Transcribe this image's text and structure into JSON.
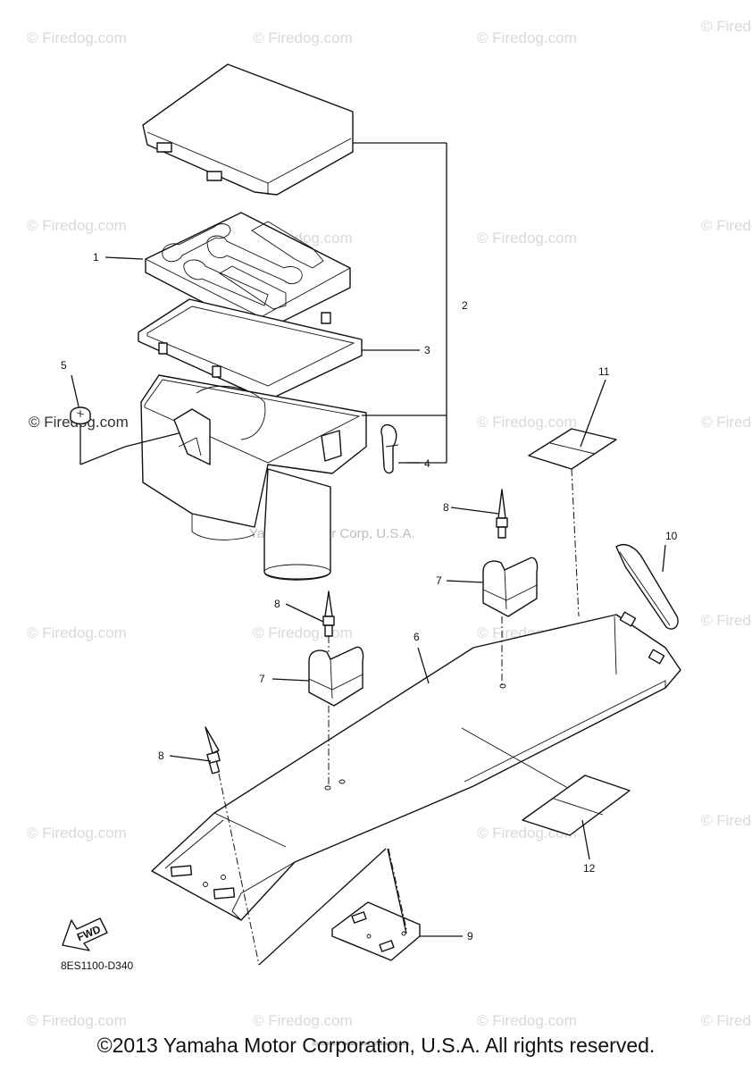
{
  "watermark": {
    "text": "© Firedog.com",
    "center_text": "Yamaha Motor Corp, U.S.A."
  },
  "callouts": [
    "1",
    "2",
    "3",
    "4",
    "5",
    "6",
    "7",
    "7",
    "8",
    "8",
    "8",
    "9",
    "10",
    "11",
    "12"
  ],
  "fwd_label": "FWD",
  "diagram_code": "8ES1100-D340",
  "tiny_text": "(c) 2005-2013 Yamaha Motor Corporation, U.S.A.",
  "copyright": "©2013 Yamaha Motor Corporation, U.S.A. All rights reserved."
}
